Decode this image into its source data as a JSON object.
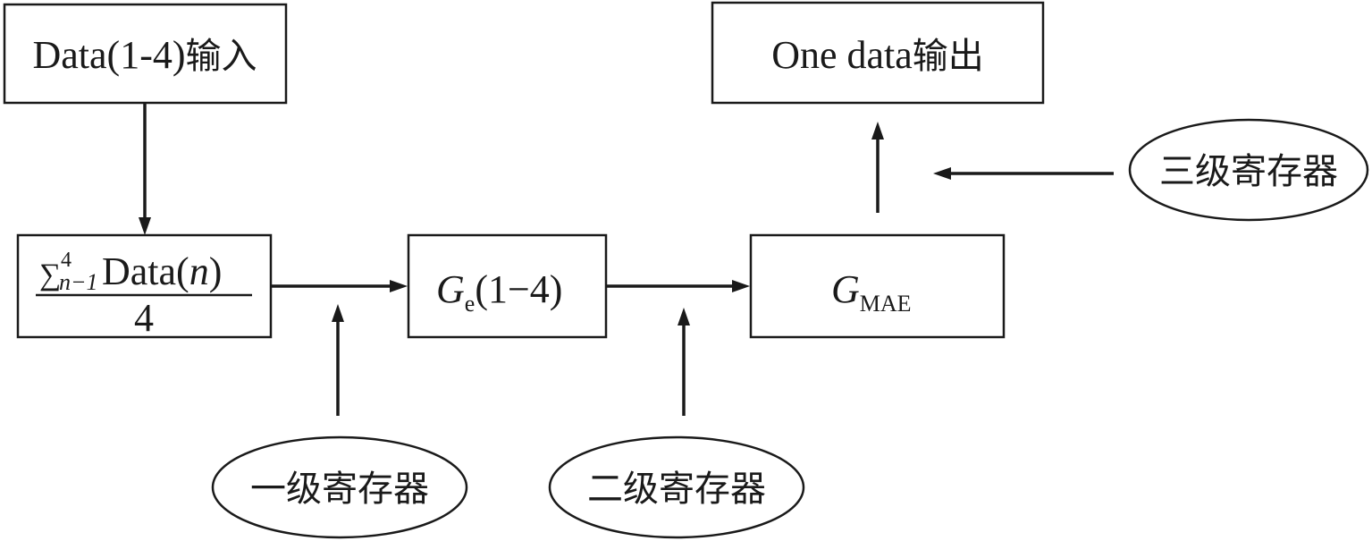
{
  "boxes": {
    "input": {
      "latin": "Data(1-4)",
      "cjk": "输入"
    },
    "average": {
      "sigma": "∑",
      "upper_limit": "4",
      "lower_limit": "n−1",
      "numerator_text": "Data(",
      "numerator_var": "n",
      "numerator_close": ")",
      "denominator": "4"
    },
    "ge": {
      "symbol": "G",
      "subscript": "e",
      "args": "(1−4)"
    },
    "gmae": {
      "symbol": "G",
      "subscript": "MAE"
    },
    "output": {
      "latin": "One data",
      "cjk": "输出"
    }
  },
  "registers": {
    "first": "一级寄存器",
    "second": "二级寄存器",
    "third": "三级寄存器"
  }
}
